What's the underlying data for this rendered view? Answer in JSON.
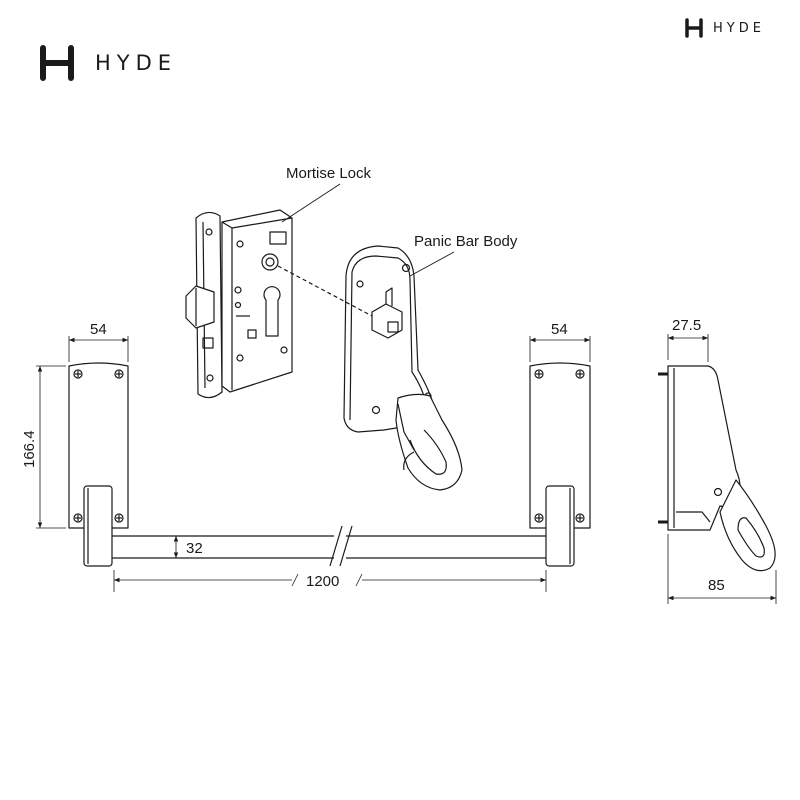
{
  "brand": {
    "name": "HYDE"
  },
  "labels": {
    "mortise_lock": "Mortise Lock",
    "panic_bar_body": "Panic Bar Body"
  },
  "dimensions": {
    "left_body_width": "54",
    "right_body_width": "54",
    "body_height": "166.4",
    "bar_height": "32",
    "bar_length": "1200",
    "side_depth": "27.5",
    "side_width": "85"
  },
  "colors": {
    "line": "#1a1a1a",
    "background": "#ffffff"
  }
}
